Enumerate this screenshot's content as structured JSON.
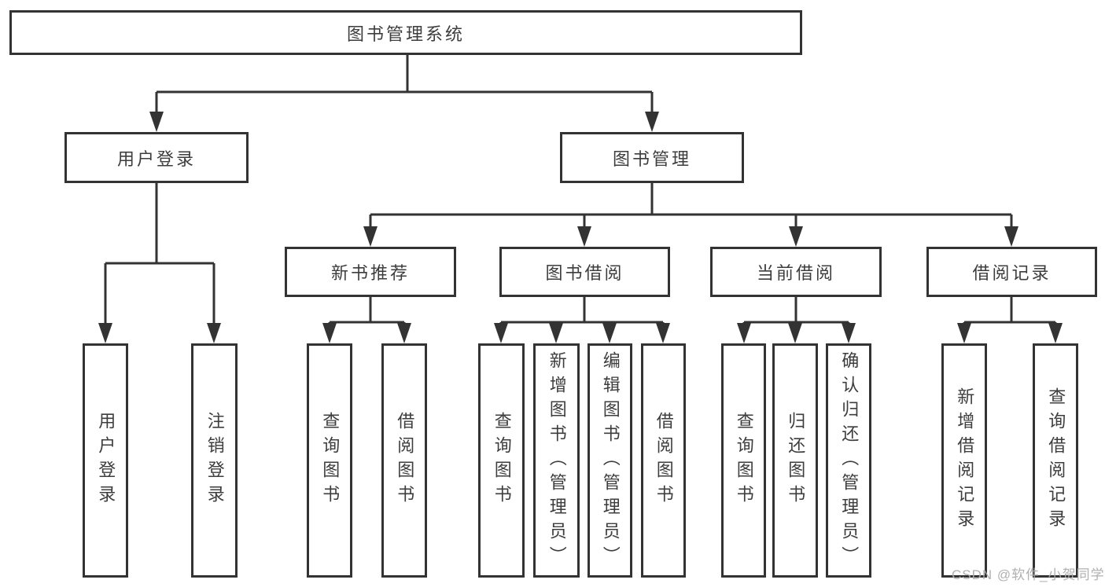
{
  "diagram": {
    "type": "hierarchy-tree",
    "title": "图书管理系统",
    "children": [
      {
        "label": "用户登录",
        "children": [
          {
            "label": "用户登录"
          },
          {
            "label": "注销登录"
          }
        ]
      },
      {
        "label": "图书管理",
        "children": [
          {
            "label": "新书推荐",
            "children": [
              {
                "label": "查询图书"
              },
              {
                "label": "借阅图书"
              }
            ]
          },
          {
            "label": "图书借阅",
            "children": [
              {
                "label": "查询图书"
              },
              {
                "label": "新增图书（管理员）"
              },
              {
                "label": "编辑图书（管理员）"
              },
              {
                "label": "借阅图书"
              }
            ]
          },
          {
            "label": "当前借阅",
            "children": [
              {
                "label": "查询图书"
              },
              {
                "label": "归还图书"
              },
              {
                "label": "确认归还（管理员）"
              }
            ]
          },
          {
            "label": "借阅记录",
            "children": [
              {
                "label": "新增借阅记录"
              },
              {
                "label": "查询借阅记录"
              }
            ]
          }
        ]
      }
    ]
  },
  "watermark": {
    "text": "CSDN @软件_小贺同学"
  },
  "colors": {
    "line": "#333333",
    "border": "#333333",
    "text": "#3d3d3d",
    "background": "#ffffff",
    "watermark": "#acacac"
  }
}
